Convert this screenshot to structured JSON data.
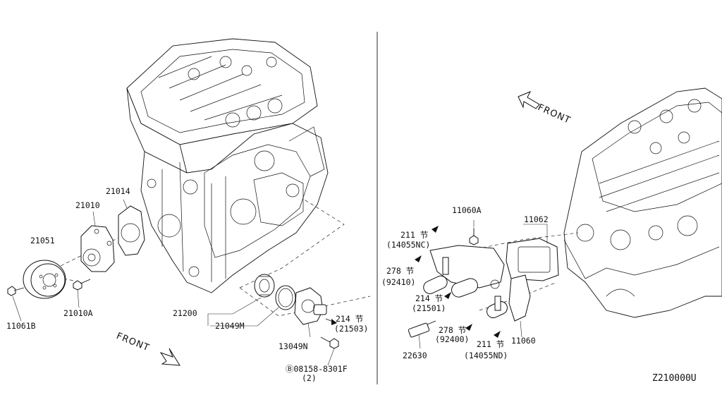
{
  "diagram_id": "Z210000U",
  "left_panel": {
    "front_label": "FRONT",
    "labels": {
      "p21014": "21014",
      "p21010": "21010",
      "p21051": "21051",
      "p11061B": "11061B",
      "p21010A": "21010A",
      "p21200": "21200",
      "p21049M": "21049M",
      "p13049N": "13049N",
      "p214_ref": "214 节",
      "p214_sub": "(21503)",
      "pbolt": "Ⓑ08158-8301F",
      "pbolt_qty": "(2)"
    }
  },
  "right_panel": {
    "front_label": "FRONT",
    "labels": {
      "p11060A": "11060A",
      "p11062": "11062",
      "p211a_ref": "211 节",
      "p211a_sub": "(14055NC)",
      "p278a_ref": "278 节",
      "p278a_sub": "(92410)",
      "p214_ref": "214 节",
      "p214_sub": "(21501)",
      "p278b_ref": "278 节",
      "p278b_sub": "(92400)",
      "p211b_ref": "211 节",
      "p211b_sub": "(14055ND)",
      "p11060": "11060",
      "p22630": "22630"
    }
  }
}
